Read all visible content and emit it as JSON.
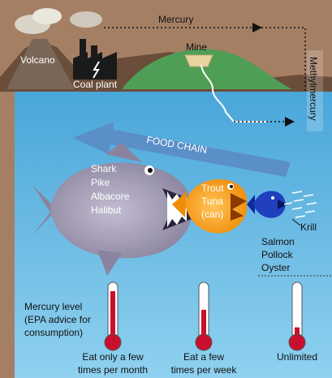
{
  "labels": {
    "volcano": "Volcano",
    "coal_plant": "Coal plant",
    "mercury": "Mercury",
    "mine": "Mine",
    "methylmercury": "Methylmercury",
    "food_chain": "FOOD CHAIN",
    "krill": "Krill",
    "mercury_level_line1": "Mercury level",
    "mercury_level_line2": "(EPA advice for",
    "mercury_level_line3": "consumption)"
  },
  "fish": {
    "large": [
      "Shark",
      "Pike",
      "Albacore",
      "Halibut"
    ],
    "medium": [
      "Trout",
      "Tuna",
      "(can)"
    ],
    "small": [
      "Salmon",
      "Pollock",
      "Oyster"
    ]
  },
  "advice": {
    "large": [
      "Eat only a few",
      "times per month"
    ],
    "medium": [
      "Eat a few",
      "times per week"
    ],
    "small": [
      "Unlimited"
    ]
  },
  "thermometer_levels": {
    "large": 0.92,
    "medium": 0.55,
    "small": 0.2
  },
  "colors": {
    "sky": "#a57f64",
    "water": "#62b6e0",
    "thermo_fill": "#c8102e",
    "large_fish": "#9a93ad",
    "medium_fish": "#f39c12",
    "small_fish": "#1f3fbf",
    "food_chain_arrow": "#5a8fc8"
  }
}
